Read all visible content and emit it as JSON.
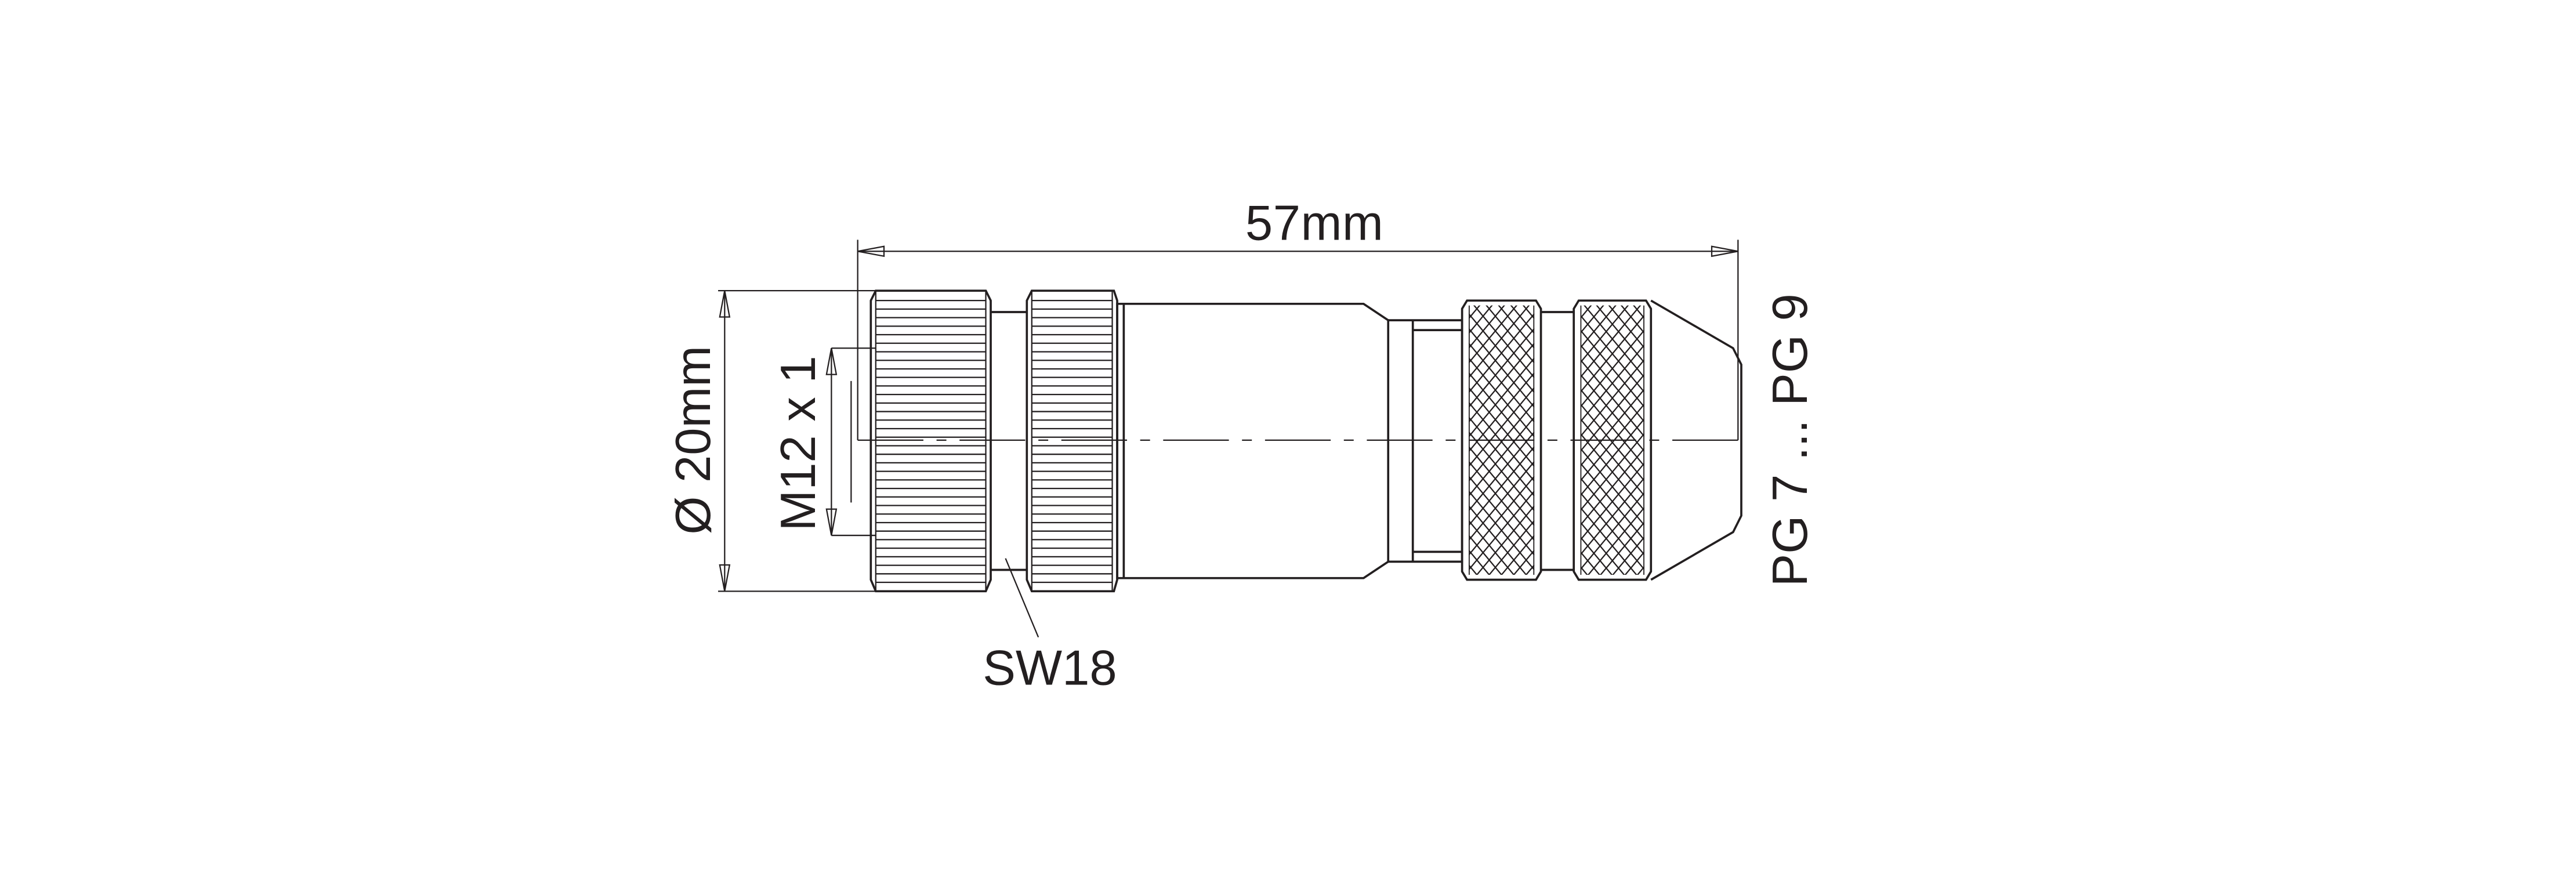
{
  "drawing": {
    "length_label": "57mm",
    "diameter_label": "Ø 20mm",
    "thread_label": "M12 x 1",
    "wrench_label": "SW18",
    "cable_gland_label": "PG 7 ... PG 9"
  },
  "colors": {
    "line": "#231f20",
    "background": "#ffffff"
  }
}
